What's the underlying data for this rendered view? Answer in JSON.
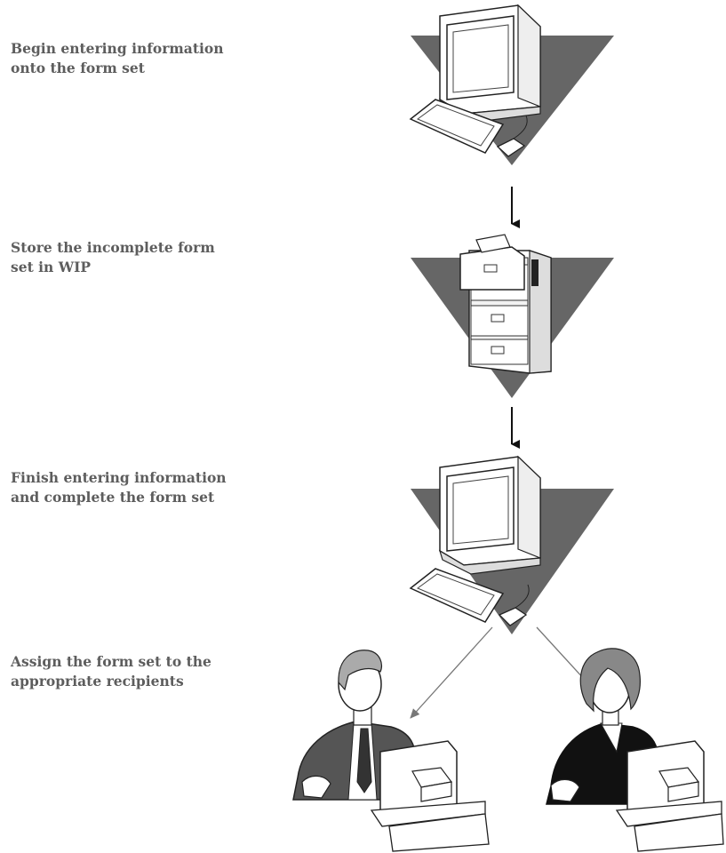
{
  "steps": [
    {
      "line1": "Begin entering information",
      "line2": "onto the form set",
      "icon": "computer-icon"
    },
    {
      "line1": "Store the incomplete form",
      "line2": "set in WIP",
      "icon": "filing-cabinet-icon"
    },
    {
      "line1": "Finish entering information",
      "line2": "and complete the form set",
      "icon": "computer-icon"
    },
    {
      "line1": "Assign the form set to the",
      "line2": "appropriate recipients",
      "icon": "recipients-icon"
    }
  ],
  "recipients": [
    {
      "icon": "male-user-at-computer-icon"
    },
    {
      "icon": "female-user-at-computer-icon"
    }
  ],
  "colors": {
    "text": "#5d5d5d",
    "triangle": "#666666",
    "arrow": "#111111",
    "branch_arrow": "#777777"
  }
}
